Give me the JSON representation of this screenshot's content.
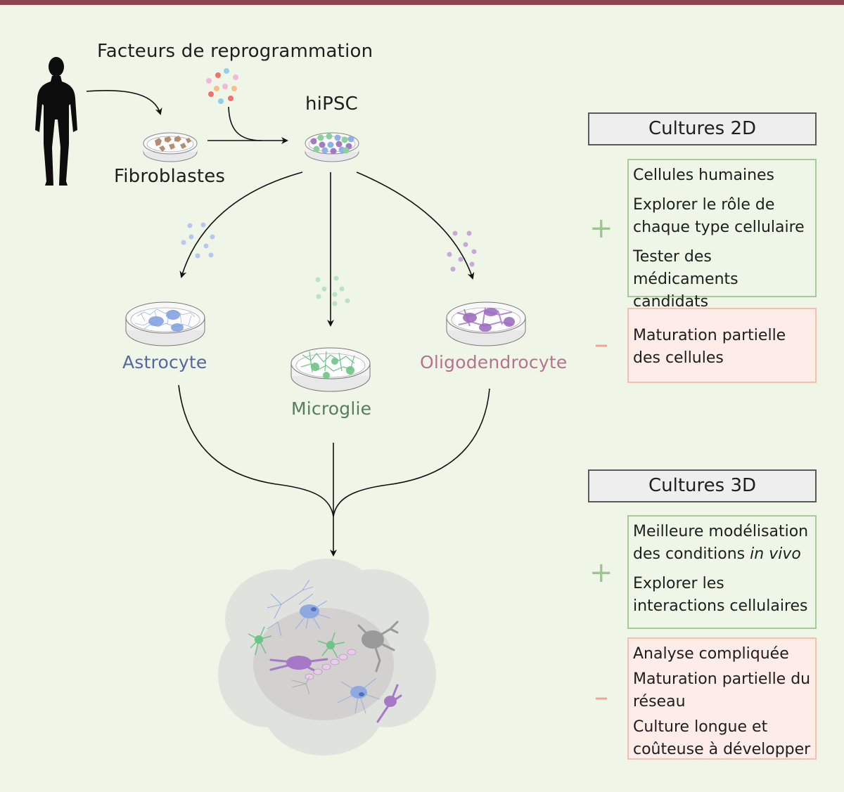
{
  "colors": {
    "top_bar": "#8c4652",
    "background": "#eff6e7",
    "astrocyte": "#5566a5",
    "microglia": "#567e58",
    "oligodendrocyte": "#b67391",
    "pro_border": "#a9c99b",
    "pro_fill": "#eef6e8",
    "con_border": "#f3c1b2",
    "con_fill": "#fdece7",
    "plus_sign": "#9cc58f",
    "minus_sign": "#f2a293"
  },
  "pathway": {
    "reprogramming_label": "Facteurs de reprogrammation",
    "fibroblasts_label": "Fibroblastes",
    "hipsc_label": "hiPSC",
    "cell_types": [
      {
        "key": "astrocyte",
        "label": "Astrocyte"
      },
      {
        "key": "microglia",
        "label": "Microglie"
      },
      {
        "key": "oligodendrocyte",
        "label": "Oligodendrocyte"
      }
    ],
    "icons": [
      "human-silhouette-icon",
      "petri-dish-fibroblasts-icon",
      "petri-dish-hipsc-icon",
      "petri-dish-astrocyte-icon",
      "petri-dish-microglia-icon",
      "petri-dish-oligodendrocyte-icon",
      "organoid-3d-icon"
    ]
  },
  "cultures_2d": {
    "title": "Cultures 2D",
    "plus_sign": "+",
    "minus_sign": "–",
    "advantages": [
      "Cellules humaines",
      "Explorer le rôle de chaque type cellulaire",
      "Tester des médicaments candidats"
    ],
    "disadvantages": [
      "Maturation partielle des cellules"
    ]
  },
  "cultures_3d": {
    "title": "Cultures 3D",
    "plus_sign": "+",
    "minus_sign": "–",
    "advantages": {
      "item1_prefix": "Meilleure modélisation des conditions ",
      "item1_italic": "in vivo",
      "item2": "Explorer les interactions cellulaires"
    },
    "disadvantages": [
      "Analyse compliquée",
      "Maturation partielle du réseau",
      "Culture longue et coûteuse à développer"
    ]
  }
}
